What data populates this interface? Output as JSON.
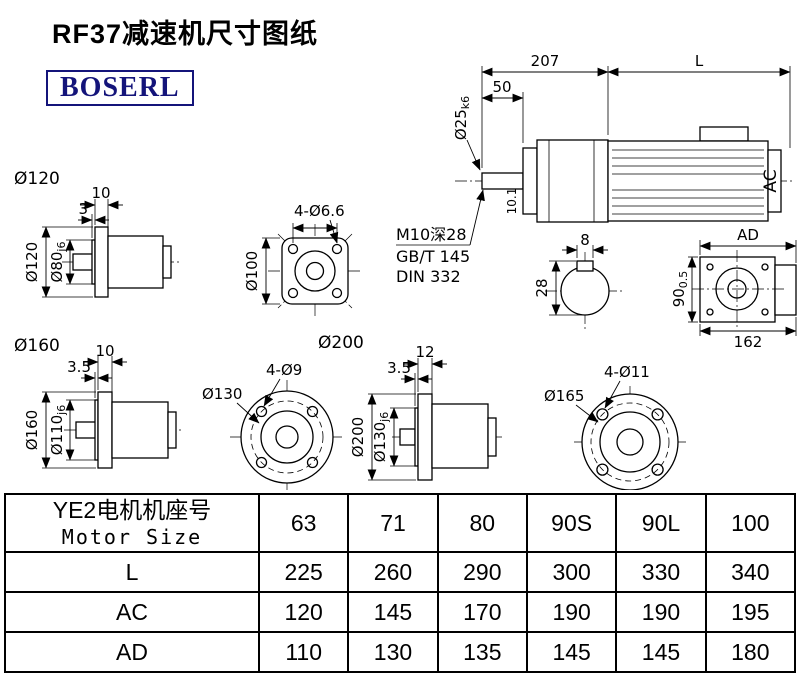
{
  "page": {
    "title": "RF37减速机尺寸图纸",
    "logo": "BOSERL"
  },
  "main_view": {
    "dim_207": "207",
    "dim_L": "L",
    "dim_50": "50",
    "shaft_dia": {
      "main": "Ø25",
      "sub": "k6"
    },
    "dim_101": "10.1",
    "dim_AC": "AC",
    "note_tap": "M10深28",
    "note_gb": "GB/T 145",
    "note_din": "DIN 332"
  },
  "key_section": {
    "dim_8": "8",
    "dim_28": "28"
  },
  "end_view": {
    "dim_AD": "AD",
    "dim_90": {
      "main": "90",
      "sub": "0.5"
    },
    "dim_162": "162"
  },
  "flange_120": {
    "label": "Ø120",
    "dim_10": "10",
    "dim_3": "3",
    "dia": "Ø120",
    "pilot": {
      "main": "Ø80",
      "sub": "j6"
    }
  },
  "flange_100": {
    "dia": "Ø100",
    "holes": "4-Ø6.6"
  },
  "flange_160": {
    "label": "Ø160",
    "dim_10": "10",
    "dim_35": "3.5",
    "dia": "Ø160",
    "pilot": {
      "main": "Ø110",
      "sub": "j6"
    }
  },
  "flange_130": {
    "dia": "Ø130",
    "holes": "4-Ø9"
  },
  "gearbox_200": {
    "label": "Ø200",
    "dim_12": "12",
    "dim_35": "3.5",
    "dia": "Ø200",
    "pilot": {
      "main": "Ø130",
      "sub": "j6"
    }
  },
  "flange_165": {
    "dia": "Ø165",
    "holes": "4-Ø11"
  },
  "table": {
    "header": {
      "cn": "YE2电机机座号",
      "en": "Motor Size"
    },
    "motor_sizes": [
      "63",
      "71",
      "80",
      "90S",
      "90L",
      "100"
    ],
    "rows": [
      {
        "label": "L",
        "values": [
          "225",
          "260",
          "290",
          "300",
          "330",
          "340"
        ]
      },
      {
        "label": "AC",
        "values": [
          "120",
          "145",
          "170",
          "190",
          "190",
          "195"
        ]
      },
      {
        "label": "AD",
        "values": [
          "110",
          "130",
          "135",
          "145",
          "145",
          "180"
        ]
      }
    ]
  }
}
